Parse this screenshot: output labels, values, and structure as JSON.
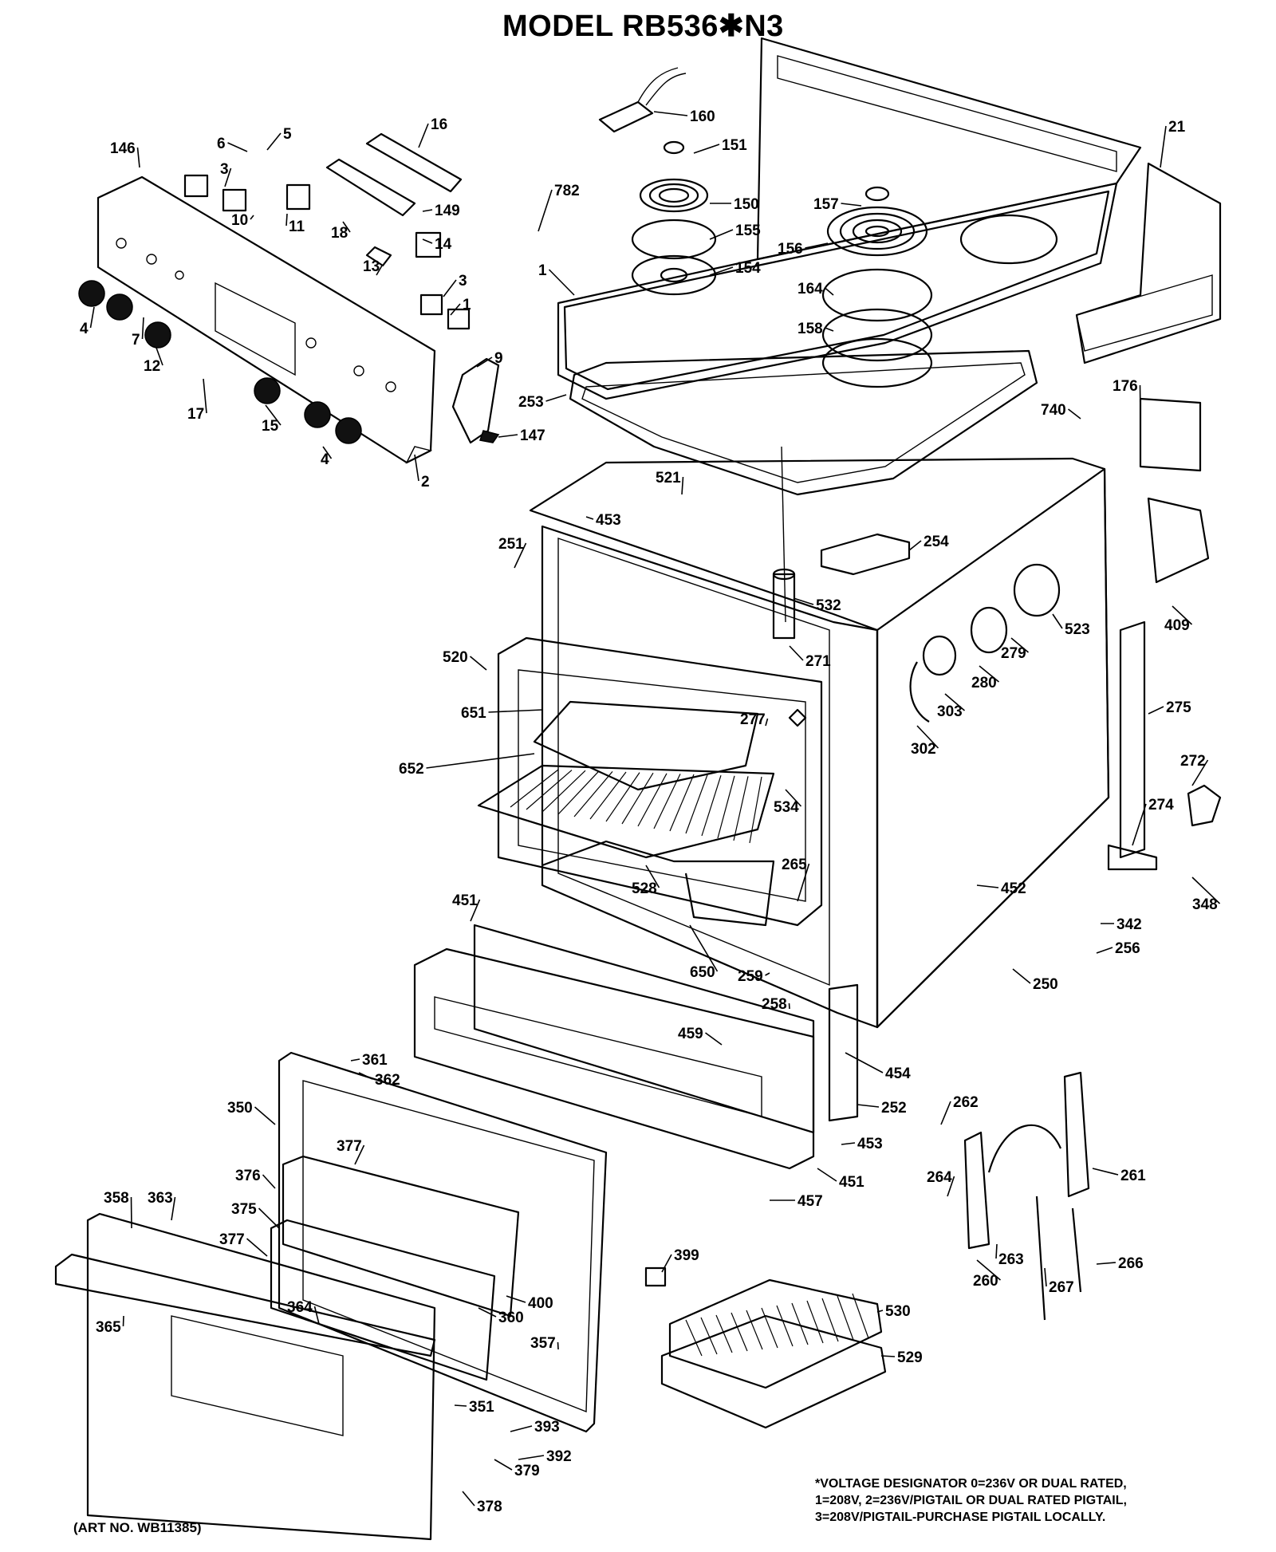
{
  "diagram": {
    "title": "MODEL RB536✱N3",
    "art_number": "(ART NO. WB11385)",
    "voltage_note": [
      "*VOLTAGE DESIGNATOR 0=236V OR DUAL RATED,",
      "1=208V, 2=236V/PIGTAIL OR DUAL RATED PIGTAIL,",
      "3=208V/PIGTAIL-PURCHASE PIGTAIL LOCALLY."
    ],
    "callouts": {
      "c146": "146",
      "c6": "6",
      "c5": "5",
      "c16": "16",
      "c3a": "3",
      "c10": "10",
      "c11": "11",
      "c18": "18",
      "c149": "149",
      "c14": "14",
      "c13": "13",
      "c3b": "3",
      "c1a": "1",
      "c4a": "4",
      "c7": "7",
      "c12": "12",
      "c17": "17",
      "c15": "15",
      "c4b": "4",
      "c2": "2",
      "c9": "9",
      "c147": "147",
      "c160": "160",
      "c151": "151",
      "c782": "782",
      "c150": "150",
      "c155": "155",
      "c154": "154",
      "c1b": "1",
      "c157": "157",
      "c156": "156",
      "c164": "164",
      "c158": "158",
      "c21": "21",
      "c253": "253",
      "c740": "740",
      "c176": "176",
      "c521": "521",
      "c453a": "453",
      "c251": "251",
      "c254": "254",
      "c532": "532",
      "c523": "523",
      "c409": "409",
      "c520": "520",
      "c271": "271",
      "c279": "279",
      "c280": "280",
      "c303": "303",
      "c651": "651",
      "c277": "277",
      "c302": "302",
      "c275": "275",
      "c652": "652",
      "c534": "534",
      "c272": "272",
      "c274": "274",
      "c265": "265",
      "c528": "528",
      "c452": "452",
      "c348": "348",
      "c451a": "451",
      "c342": "342",
      "c256": "256",
      "c650": "650",
      "c259": "259",
      "c250": "250",
      "c258": "258",
      "c459": "459",
      "c361": "361",
      "c454": "454",
      "c362": "362",
      "c252": "252",
      "c350": "350",
      "c262": "262",
      "c377a": "377",
      "c453b": "453",
      "c451b": "451",
      "c261": "261",
      "c376": "376",
      "c264": "264",
      "c457": "457",
      "c358": "358",
      "c363": "363",
      "c375": "375",
      "c377b": "377",
      "c263": "263",
      "c399": "399",
      "c266": "266",
      "c260": "260",
      "c267": "267",
      "c400": "400",
      "c530": "530",
      "c364": "364",
      "c360": "360",
      "c365": "365",
      "c357": "357",
      "c529": "529",
      "c351": "351",
      "c393": "393",
      "c392": "392",
      "c379": "379",
      "c378": "378"
    }
  }
}
